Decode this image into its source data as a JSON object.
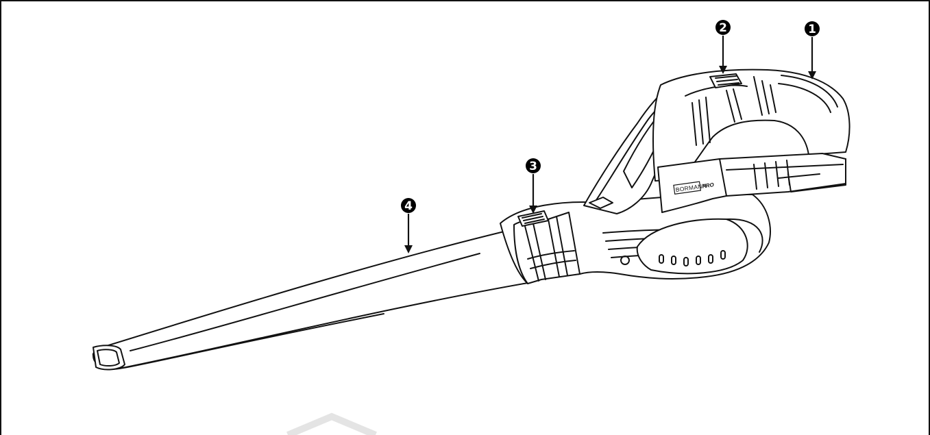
{
  "callouts": [
    {
      "id": "1",
      "label": "1"
    },
    {
      "id": "2",
      "label": "2"
    },
    {
      "id": "3",
      "label": "3"
    },
    {
      "id": "4",
      "label": "4"
    }
  ],
  "product_badge": {
    "brand": "BORMANN",
    "suffix": "PRO"
  },
  "colors": {
    "line": "#111111",
    "background": "#ffffff",
    "callout_fill": "#000000",
    "callout_text": "#ffffff"
  }
}
